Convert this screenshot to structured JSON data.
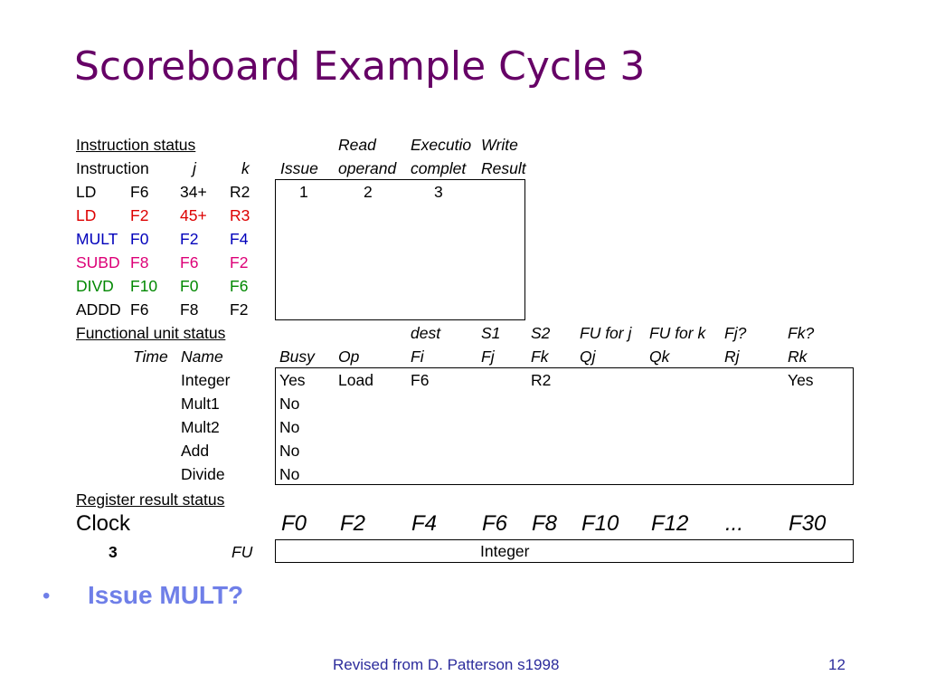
{
  "title": "Scoreboard Example Cycle 3",
  "instruction_status": {
    "section_label": "Instruction status",
    "col_headers_top": {
      "read": "Read",
      "exec": "Executio",
      "write": "Write"
    },
    "col_headers": {
      "instruction": "Instruction",
      "j": "j",
      "k": "k",
      "issue": "Issue",
      "read": "operand",
      "exec": "complet",
      "write": "Result"
    },
    "rows": [
      {
        "op": "LD",
        "dst": "F6",
        "j": "34+",
        "k": "R2",
        "issue": "1",
        "read": "2",
        "exec": "3",
        "write": "",
        "color": "#000000"
      },
      {
        "op": "LD",
        "dst": "F2",
        "j": "45+",
        "k": "R3",
        "issue": "",
        "read": "",
        "exec": "",
        "write": "",
        "color": "#dd0000"
      },
      {
        "op": "MULT",
        "dst": "F0",
        "j": "F2",
        "k": "F4",
        "issue": "",
        "read": "",
        "exec": "",
        "write": "",
        "color": "#0000bb"
      },
      {
        "op": "SUBD",
        "dst": "F8",
        "j": "F6",
        "k": "F2",
        "issue": "",
        "read": "",
        "exec": "",
        "write": "",
        "color": "#dd0077"
      },
      {
        "op": "DIVD",
        "dst": "F10",
        "j": "F0",
        "k": "F6",
        "issue": "",
        "read": "",
        "exec": "",
        "write": "",
        "color": "#008800"
      },
      {
        "op": "ADDD",
        "dst": "F6",
        "j": "F8",
        "k": "F2",
        "issue": "",
        "read": "",
        "exec": "",
        "write": "",
        "color": "#000000"
      }
    ]
  },
  "functional_unit_status": {
    "section_label": "Functional unit status",
    "col_headers_top": {
      "dest": "dest",
      "s1": "S1",
      "s2": "S2",
      "fuj": "FU for j",
      "fuk": "FU for k",
      "fjq": "Fj?",
      "fkq": "Fk?"
    },
    "col_headers": {
      "time": "Time",
      "name": "Name",
      "busy": "Busy",
      "op": "Op",
      "fi": "Fi",
      "fj": "Fj",
      "fk": "Fk",
      "qj": "Qj",
      "qk": "Qk",
      "rj": "Rj",
      "rk": "Rk"
    },
    "rows": [
      {
        "time": "",
        "name": "Integer",
        "busy": "Yes",
        "op": "Load",
        "fi": "F6",
        "fj": "",
        "fk": "R2",
        "qj": "",
        "qk": "",
        "rj": "",
        "rk": "Yes"
      },
      {
        "time": "",
        "name": "Mult1",
        "busy": "No",
        "op": "",
        "fi": "",
        "fj": "",
        "fk": "",
        "qj": "",
        "qk": "",
        "rj": "",
        "rk": ""
      },
      {
        "time": "",
        "name": "Mult2",
        "busy": "No",
        "op": "",
        "fi": "",
        "fj": "",
        "fk": "",
        "qj": "",
        "qk": "",
        "rj": "",
        "rk": ""
      },
      {
        "time": "",
        "name": "Add",
        "busy": "No",
        "op": "",
        "fi": "",
        "fj": "",
        "fk": "",
        "qj": "",
        "qk": "",
        "rj": "",
        "rk": ""
      },
      {
        "time": "",
        "name": "Divide",
        "busy": "No",
        "op": "",
        "fi": "",
        "fj": "",
        "fk": "",
        "qj": "",
        "qk": "",
        "rj": "",
        "rk": ""
      }
    ]
  },
  "register_result_status": {
    "section_label": "Register result status",
    "clock_label": "Clock",
    "clock_value": "3",
    "fu_label": "FU",
    "registers": [
      {
        "name": "F0",
        "fu": ""
      },
      {
        "name": "F2",
        "fu": ""
      },
      {
        "name": "F4",
        "fu": ""
      },
      {
        "name": "F6",
        "fu": "Integer"
      },
      {
        "name": "F8",
        "fu": ""
      },
      {
        "name": "F10",
        "fu": ""
      },
      {
        "name": "F12",
        "fu": ""
      },
      {
        "name": "...",
        "fu": ""
      },
      {
        "name": "F30",
        "fu": ""
      }
    ]
  },
  "bullet": {
    "symbol": "•",
    "text": "Issue MULT?"
  },
  "footer": {
    "credit": "Revised from D. Patterson s1998",
    "page_number": "12"
  }
}
